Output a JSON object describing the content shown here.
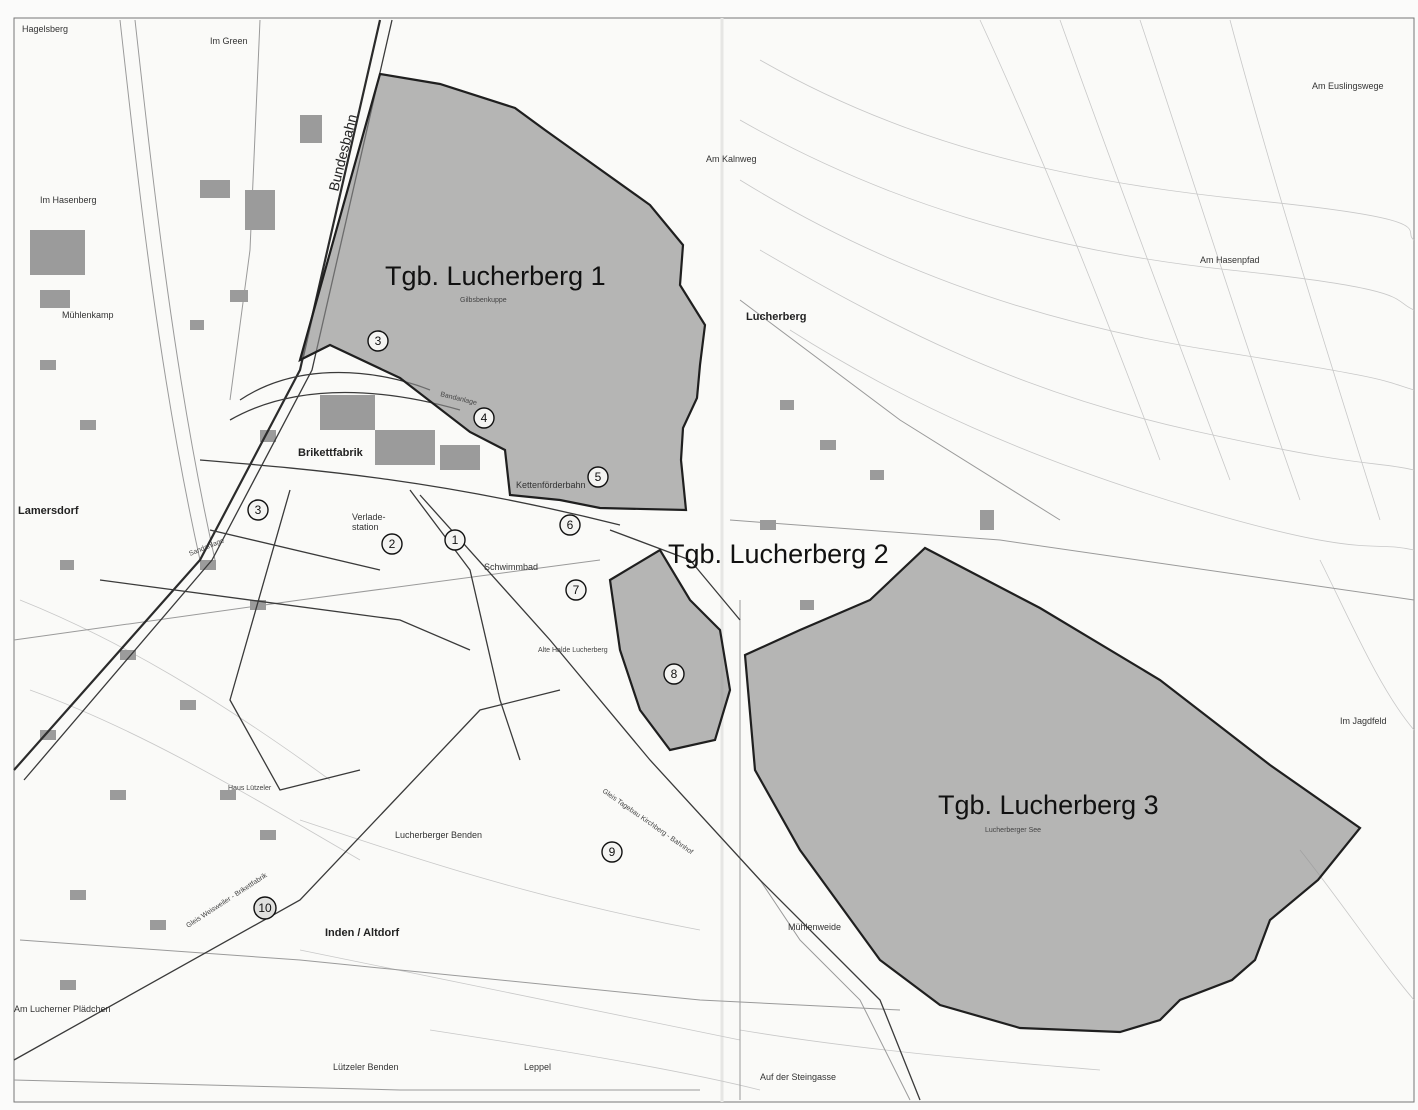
{
  "map": {
    "pits": [
      {
        "name": "Tgb. Lucherberg 1",
        "sublabel": "Gilbsbenkuppe"
      },
      {
        "name": "Tgb. Lucherberg 2",
        "sublabel": ""
      },
      {
        "name": "Tgb. Lucherberg 3",
        "sublabel": "Lucherberger See"
      }
    ],
    "places": {
      "hagelsberg": "Hagelsberg",
      "im_green": "Im Green",
      "im_hasenberg": "Im Hasenberg",
      "muehlenkamp": "Mühlenkamp",
      "am_kalnweg": "Am Kalnweg",
      "am_euslingswege": "Am Euslingswege",
      "am_hasenpfad": "Am Hasenpfad",
      "lucherberg": "Lucherberg",
      "lamersdorf": "Lamersdorf",
      "im_jagdfeld": "Im Jagdfeld",
      "lucherberger_benden": "Lucherberger Benden",
      "inden_altdorf": "Inden / Altdorf",
      "muehlenweide": "Mühlenweide",
      "am_lucherner_plaedchen": "Am Lucherner Plädchen",
      "luetzeler_benden": "Lützeler Benden",
      "leppel": "Leppel",
      "auf_der_steingasse": "Auf der Steingasse",
      "alte_halde": "Alte Halde Lucherberg",
      "haus_luetzeler": "Haus Lützeler"
    },
    "features": {
      "bundesbahn": "Bundesbahn",
      "brikettfabrik": "Brikettfabrik",
      "verladestation": "Verlade-\nstation",
      "kettenfoerderbahn": "Kettenförderbahn",
      "schwimmbad": "Schwimmbad",
      "bandanlage": "Bandanlage",
      "sandanlage": "Sandanlage",
      "gleis_tagebau": "Gleis Tagebau Kirchberg - Bahnhof",
      "gleis_weisweiler": "Gleis Weisweiler - Brikettfabrik"
    },
    "markers": [
      "1",
      "2",
      "3",
      "3",
      "4",
      "5",
      "6",
      "7",
      "8",
      "9",
      "10"
    ]
  }
}
